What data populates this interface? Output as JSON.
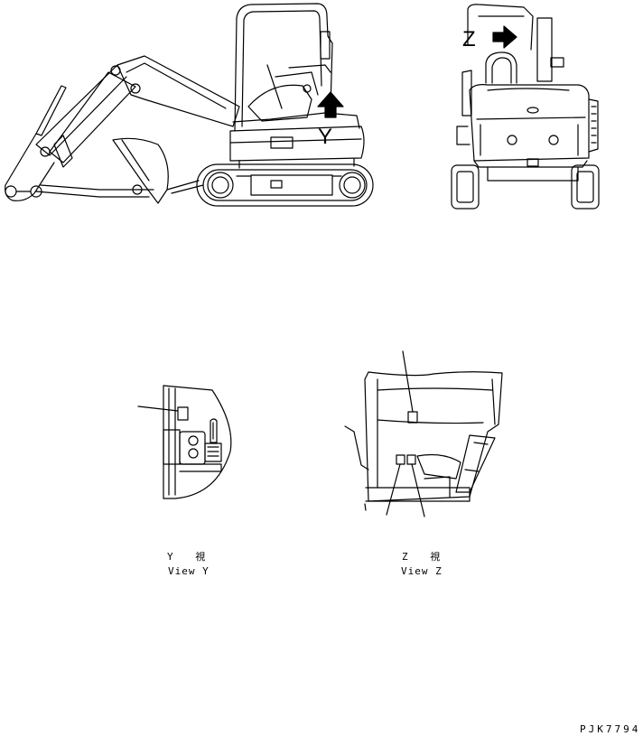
{
  "side_view": {
    "marker_y": "Y"
  },
  "rear_view": {
    "marker_z": "Z"
  },
  "detail_y": {
    "label_jp": "Y 視",
    "label_en": "View Y"
  },
  "detail_z": {
    "label_jp": "Z 視",
    "label_en": "View Z"
  },
  "drawing_code": "PJK7794",
  "colors": {
    "ink": "#000000",
    "paper": "#ffffff"
  }
}
